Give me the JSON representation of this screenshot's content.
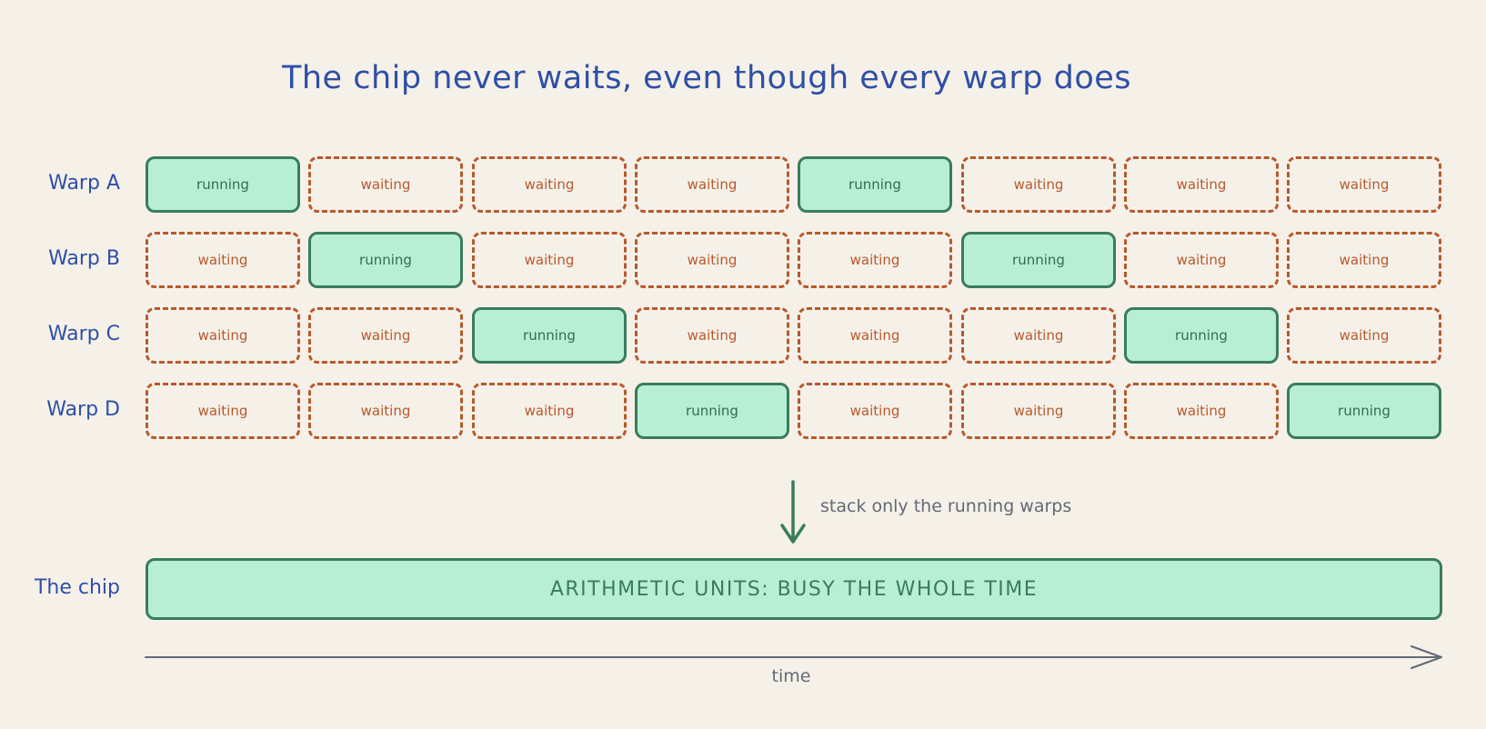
{
  "title": "The chip never waits, even though every warp does",
  "rows": [
    {
      "label": "Warp A",
      "cells": [
        "running",
        "waiting",
        "waiting",
        "waiting",
        "running",
        "waiting",
        "waiting",
        "waiting"
      ]
    },
    {
      "label": "Warp B",
      "cells": [
        "waiting",
        "running",
        "waiting",
        "waiting",
        "waiting",
        "running",
        "waiting",
        "waiting"
      ]
    },
    {
      "label": "Warp C",
      "cells": [
        "waiting",
        "waiting",
        "running",
        "waiting",
        "waiting",
        "waiting",
        "running",
        "waiting"
      ]
    },
    {
      "label": "Warp D",
      "cells": [
        "waiting",
        "waiting",
        "waiting",
        "running",
        "waiting",
        "waiting",
        "waiting",
        "running"
      ]
    }
  ],
  "arrow_note": "stack only the running warps",
  "chip": {
    "label": "The chip",
    "bar_text": "ARITHMETIC UNITS: BUSY THE WHOLE TIME"
  },
  "axis": {
    "label": "time"
  },
  "colors": {
    "background": "#f5f1e8",
    "label_blue": "#2f4fa6",
    "running_fill": "#b8efd4",
    "running_stroke": "#3a7c5c",
    "waiting_stroke": "#b8582e",
    "muted_text": "#626a75"
  }
}
